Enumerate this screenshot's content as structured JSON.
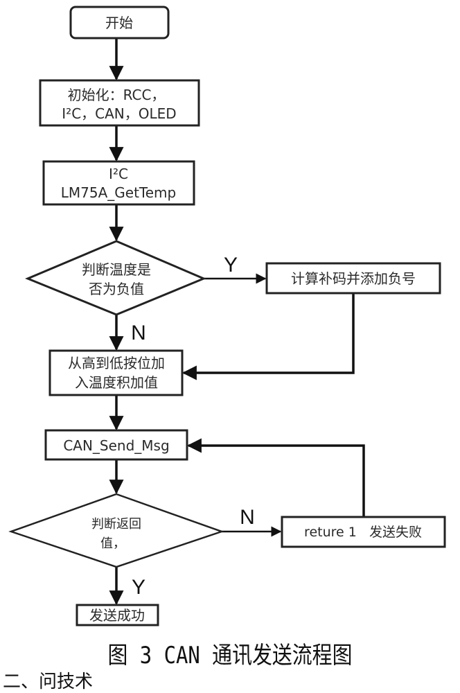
{
  "diagram": {
    "type": "flowchart",
    "nodes": {
      "start": {
        "shape": "rounded-rect",
        "lines": [
          "开始"
        ]
      },
      "init": {
        "shape": "rect",
        "lines": [
          "初始化：RCC，",
          "I²C，CAN，OLED"
        ]
      },
      "get_temp": {
        "shape": "rect",
        "lines": [
          "I²C",
          "LM75A_GetTemp"
        ]
      },
      "check_negative": {
        "shape": "diamond",
        "lines": [
          "判断温度是",
          "否为负值"
        ]
      },
      "complement": {
        "shape": "rect",
        "lines": [
          "计算补码并添加负号"
        ]
      },
      "accumulate": {
        "shape": "rect",
        "lines": [
          "从高到低按位加",
          "入温度积加值"
        ]
      },
      "send_msg": {
        "shape": "rect",
        "lines": [
          "CAN_Send_Msg"
        ]
      },
      "check_return": {
        "shape": "diamond",
        "lines": [
          "判断返回",
          "值，"
        ]
      },
      "send_fail": {
        "shape": "rect",
        "lines": [
          "reture 1   发送失败"
        ]
      },
      "send_success": {
        "shape": "rect",
        "lines": [
          "发送成功"
        ]
      }
    },
    "edges": [
      {
        "from": "start",
        "to": "init",
        "label": ""
      },
      {
        "from": "init",
        "to": "get_temp",
        "label": ""
      },
      {
        "from": "get_temp",
        "to": "check_negative",
        "label": ""
      },
      {
        "from": "check_negative",
        "to": "complement",
        "label": "Y"
      },
      {
        "from": "check_negative",
        "to": "accumulate",
        "label": "N"
      },
      {
        "from": "complement",
        "to": "accumulate",
        "label": ""
      },
      {
        "from": "accumulate",
        "to": "send_msg",
        "label": ""
      },
      {
        "from": "send_msg",
        "to": "check_return",
        "label": ""
      },
      {
        "from": "check_return",
        "to": "send_fail",
        "label": "N"
      },
      {
        "from": "send_fail",
        "to": "send_msg",
        "label": ""
      },
      {
        "from": "check_return",
        "to": "send_success",
        "label": "Y"
      }
    ],
    "labels": {
      "yes": "Y",
      "no": "N"
    }
  },
  "caption": "图 3 CAN 通讯发送流程图",
  "cutoff_text": "二、问技术"
}
